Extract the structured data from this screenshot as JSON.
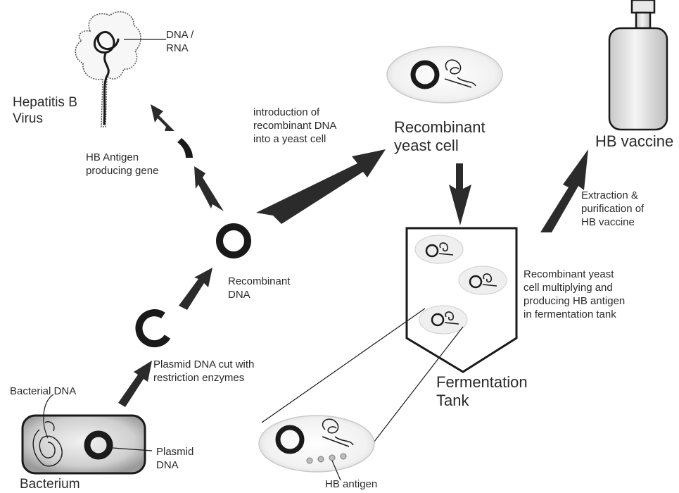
{
  "labels": {
    "dna_rna": "DNA /\nRNA",
    "hepatitis_b_virus": "Hepatitis B\nVirus",
    "hb_antigen_gene": "HB Antigen\nproducing gene",
    "introduction": "introduction of\nrecombinant DNA\ninto a yeast cell",
    "recombinant_yeast_cell": "Recombinant\nyeast cell",
    "hb_vaccine": "HB vaccine",
    "extraction": "Extraction &\npurification of\nHB vaccine",
    "recombinant_dna": "Recombinant\nDNA",
    "multiplying": "Recombinant yeast\ncell multiplying and\nproducing HB antigen\nin fermentation tank",
    "plasmid_cut": "Plasmid DNA cut with\nrestriction enzymes",
    "bacterial_dna": "Bacterial DNA",
    "plasmid_dna": "Plasmid\nDNA",
    "fermentation_tank": "Fermentation\nTank",
    "bacterium": "Bacterium",
    "hb_antigen": "HB antigen"
  },
  "colors": {
    "ink": "#1a1a1a",
    "arrow": "#2b2b2b",
    "cell_fill": "#efefef",
    "vial_fill": "#d9d9d9",
    "bacterium_fill": "#c9c9c9"
  }
}
